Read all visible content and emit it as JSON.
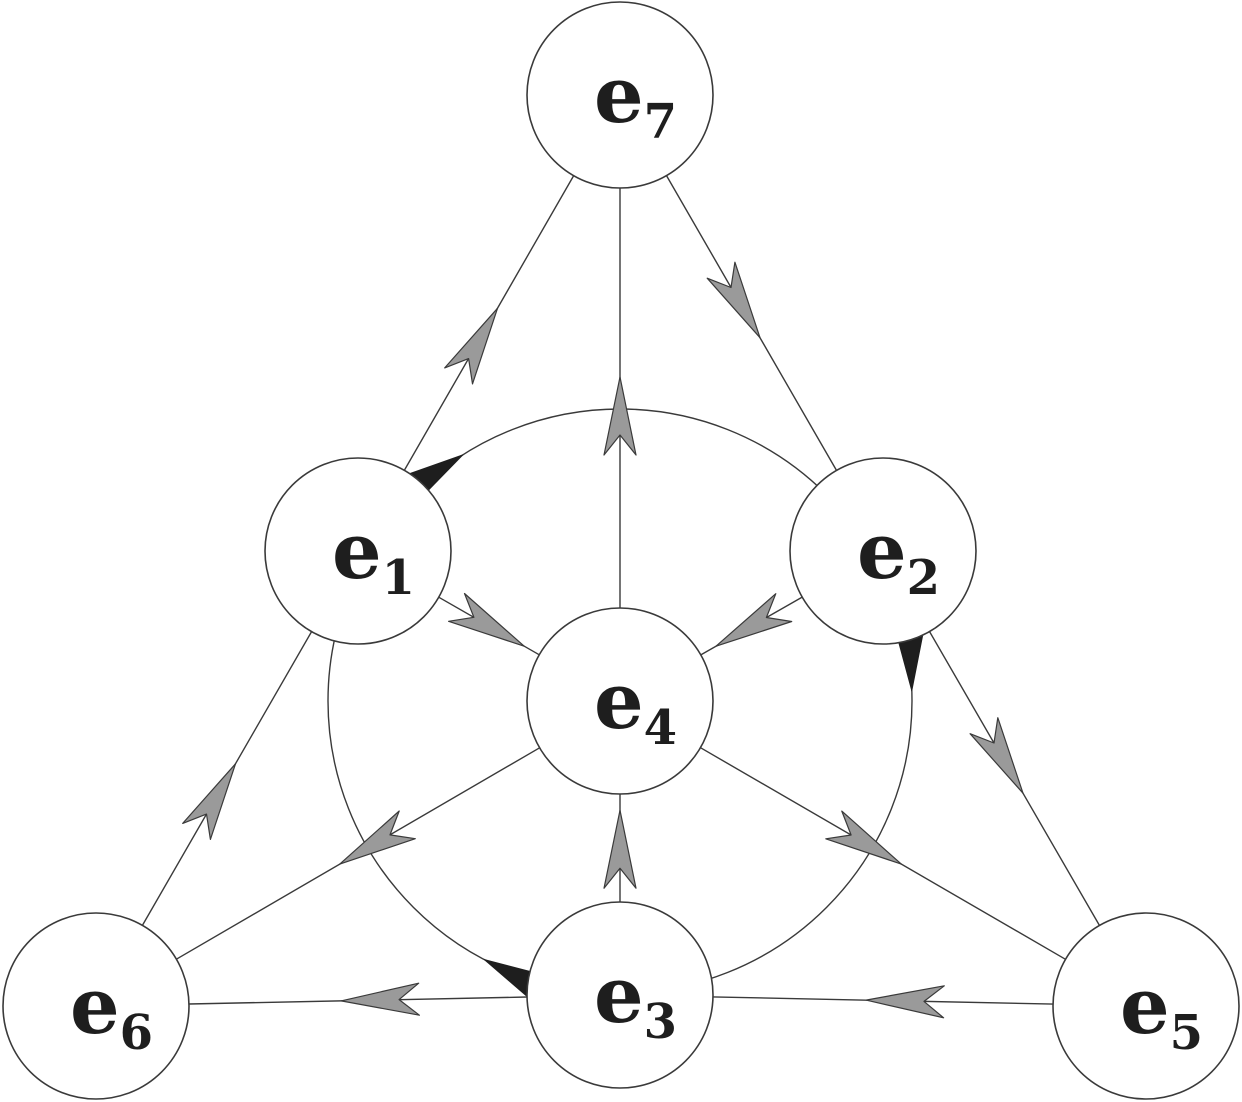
{
  "diagram": {
    "nodes": [
      {
        "id": "e1",
        "letter": "e",
        "sub": "1"
      },
      {
        "id": "e2",
        "letter": "e",
        "sub": "2"
      },
      {
        "id": "e3",
        "letter": "e",
        "sub": "3"
      },
      {
        "id": "e4",
        "letter": "e",
        "sub": "4"
      },
      {
        "id": "e5",
        "letter": "e",
        "sub": "5"
      },
      {
        "id": "e6",
        "letter": "e",
        "sub": "6"
      },
      {
        "id": "e7",
        "letter": "e",
        "sub": "7"
      }
    ],
    "edges": [
      {
        "from": "e1",
        "to": "e7"
      },
      {
        "from": "e4",
        "to": "e7"
      },
      {
        "from": "e7",
        "to": "e2"
      },
      {
        "from": "e6",
        "to": "e1"
      },
      {
        "from": "e2",
        "to": "e5"
      },
      {
        "from": "e5",
        "to": "e3"
      },
      {
        "from": "e3",
        "to": "e6"
      },
      {
        "from": "e1",
        "to": "e4"
      },
      {
        "from": "e2",
        "to": "e4"
      },
      {
        "from": "e3",
        "to": "e4"
      },
      {
        "from": "e4",
        "to": "e6"
      },
      {
        "from": "e4",
        "to": "e5"
      }
    ],
    "cycle": {
      "order": [
        "e1",
        "e2",
        "e3"
      ],
      "direction": "clockwise"
    },
    "colors": {
      "edge_arrow": "#9a9a9a",
      "cycle_arrow": "#1e1e1e",
      "stroke": "#3a3a3a"
    }
  }
}
